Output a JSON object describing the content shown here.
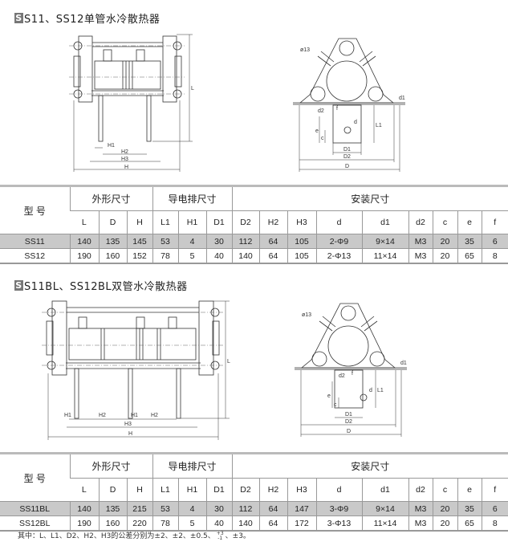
{
  "section1": {
    "badge": "S",
    "title": "S11、SS12单管水冷散热器",
    "front_labels": {
      "H1": "H1",
      "H2": "H2",
      "H3": "H3",
      "H": "H",
      "L": "L"
    },
    "side_labels": {
      "phi": "ø13",
      "d1": "d1",
      "d2": "d2",
      "f": "f",
      "d": "d",
      "e": "e",
      "c": "c",
      "L1": "L1",
      "D1": "D1",
      "D2": "D2",
      "D": "D"
    },
    "table": {
      "model_header": "型  号",
      "groups": [
        "外形尺寸",
        "导电排尺寸",
        "安装尺寸"
      ],
      "columns": [
        "L",
        "D",
        "H",
        "L1",
        "H1",
        "D1",
        "D2",
        "H2",
        "H3",
        "d",
        "d1",
        "d2",
        "c",
        "e",
        "f"
      ],
      "rows": [
        [
          "SS11",
          "140",
          "135",
          "145",
          "53",
          "4",
          "30",
          "112",
          "64",
          "105",
          "2-Φ9",
          "9×14",
          "M3",
          "20",
          "35",
          "6"
        ],
        [
          "SS12",
          "190",
          "160",
          "152",
          "78",
          "5",
          "40",
          "140",
          "64",
          "105",
          "2-Φ13",
          "11×14",
          "M3",
          "20",
          "65",
          "8"
        ]
      ]
    }
  },
  "section2": {
    "badge": "S",
    "title": "S11BL、SS12BL双管水冷散热器",
    "front_labels": {
      "H1a": "H1",
      "H2a": "H2",
      "H1b": "H1",
      "H2b": "H2",
      "H3": "H3",
      "H": "H",
      "L": "L"
    },
    "side_labels": {
      "phi": "ø13",
      "d1": "d1",
      "d2": "d2",
      "f": "f",
      "d": "d",
      "e": "e",
      "c": "c",
      "L1": "L1",
      "D1": "D1",
      "D2": "D2",
      "D": "D"
    },
    "table": {
      "model_header": "型  号",
      "groups": [
        "外形尺寸",
        "导电排尺寸",
        "安装尺寸"
      ],
      "columns": [
        "L",
        "D",
        "H",
        "L1",
        "H1",
        "D1",
        "D2",
        "H2",
        "H3",
        "d",
        "d1",
        "d2",
        "c",
        "e",
        "f"
      ],
      "rows": [
        [
          "SS11BL",
          "140",
          "135",
          "215",
          "53",
          "4",
          "30",
          "112",
          "64",
          "147",
          "3-Φ9",
          "9×14",
          "M3",
          "20",
          "35",
          "6"
        ],
        [
          "SS12BL",
          "190",
          "160",
          "220",
          "78",
          "5",
          "40",
          "140",
          "64",
          "172",
          "3-Φ13",
          "11×14",
          "M3",
          "20",
          "65",
          "8"
        ]
      ]
    }
  },
  "note": {
    "prefix": "其中：L、L1、D2、H2、H3的公差分别为±2、±2、±0.5、",
    "frac_top": "+3",
    "frac_bottom": "-1",
    "suffix": "、±3。"
  }
}
